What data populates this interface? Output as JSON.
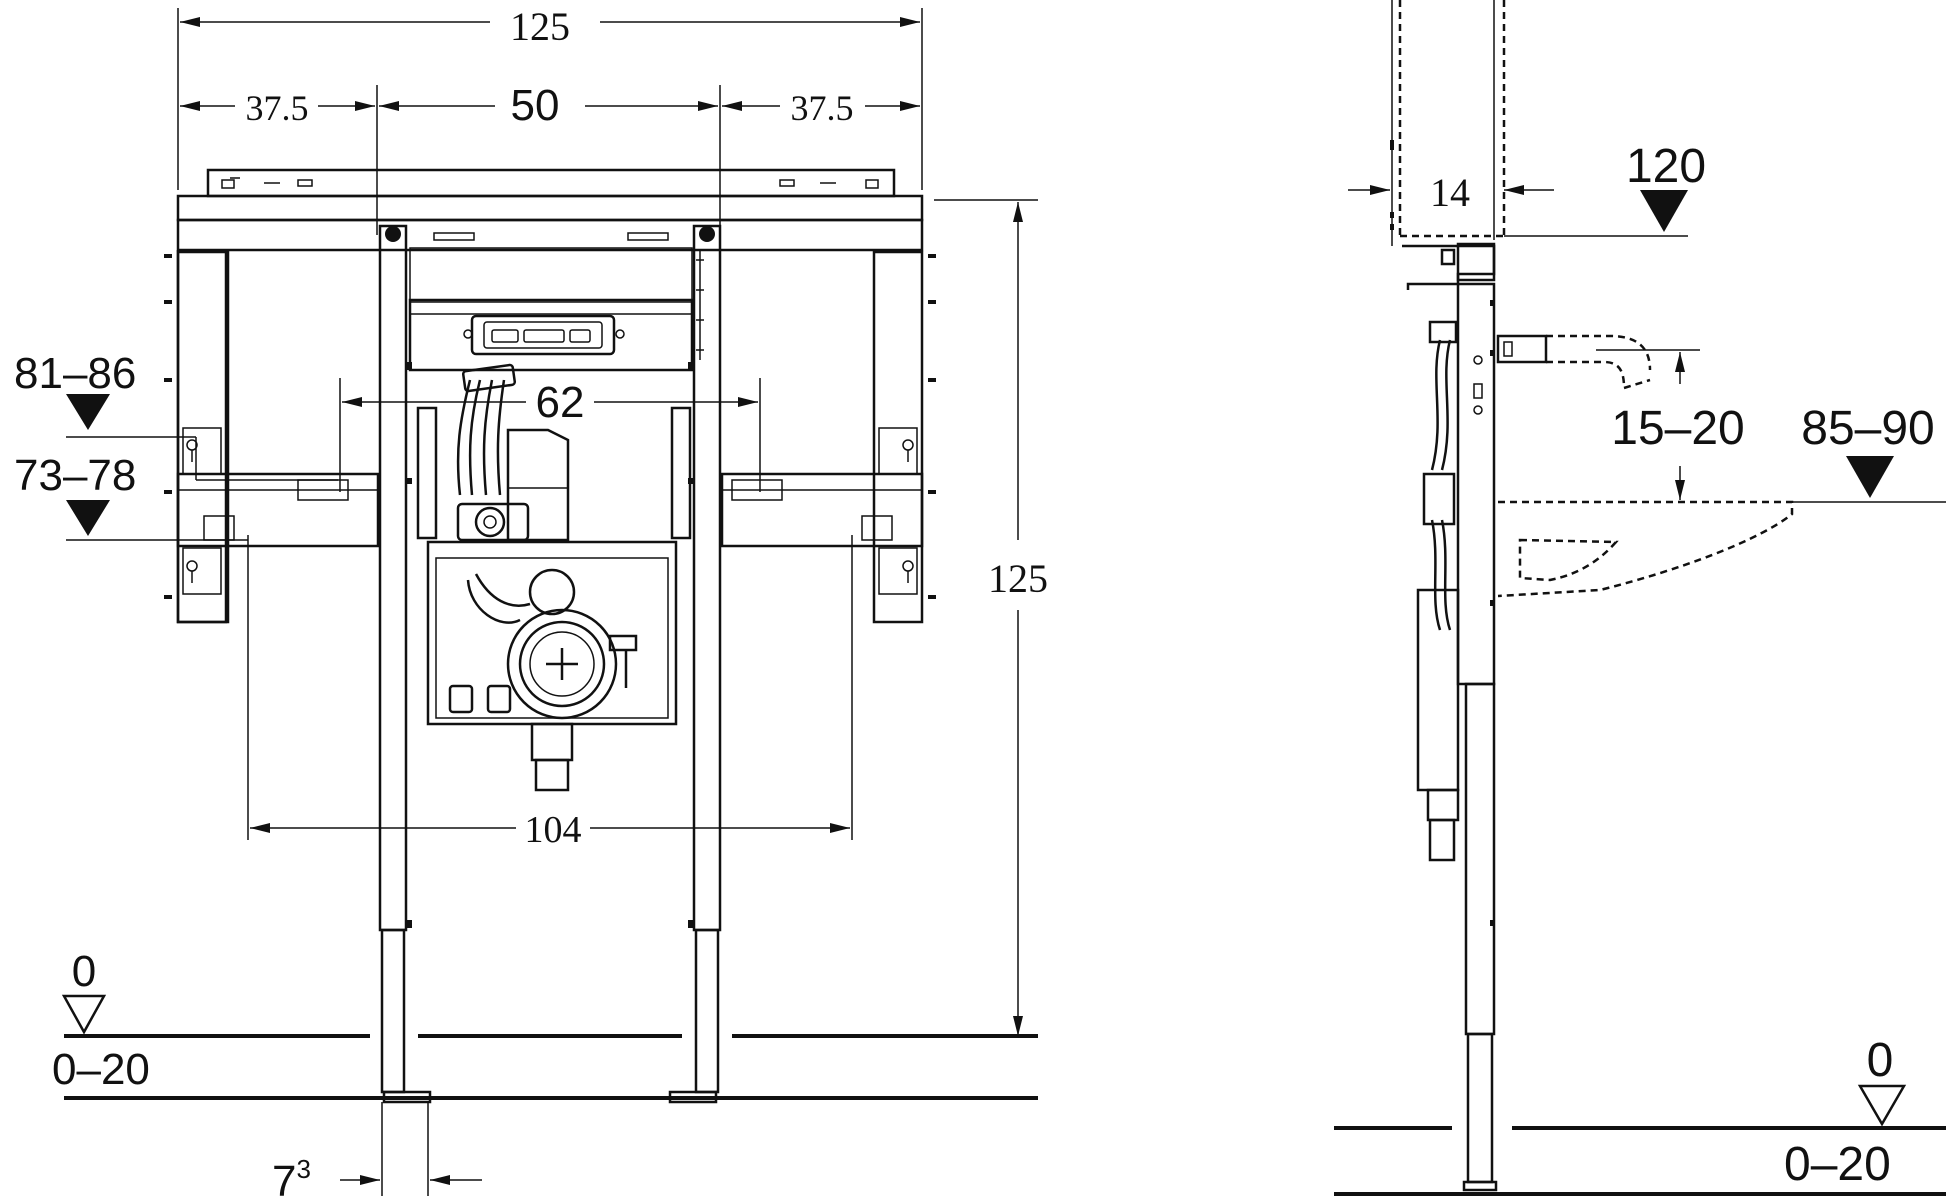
{
  "front_view": {
    "dim_top_width": "125",
    "dim_left_segment": "37.5",
    "dim_center_segment": "50",
    "dim_right_segment": "37.5",
    "dim_inner_width": "62",
    "dim_bracket_width": "104",
    "dim_height": "125",
    "level_upper": "81–86",
    "level_lower": "73–78",
    "floor_level": "0",
    "floor_range": "0–20",
    "dim_foot": "7",
    "dim_foot_superscript": "3"
  },
  "side_view": {
    "dim_depth": "14",
    "level_top": "120",
    "dim_drain": "15–20",
    "level_basin": "85–90",
    "floor_level": "0",
    "floor_range": "0–20"
  },
  "colors": {
    "line": "#111111",
    "background": "#ffffff"
  }
}
